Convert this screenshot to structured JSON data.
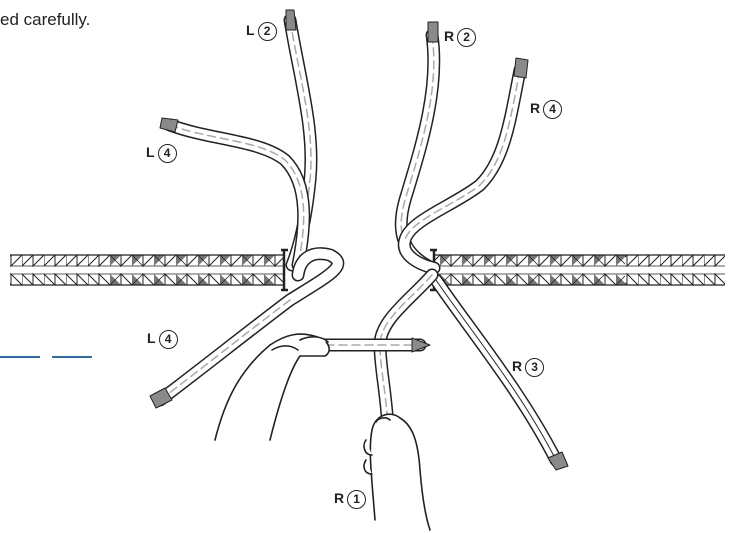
{
  "caption": "ed carefully.",
  "strand_labels": [
    {
      "key": "l2",
      "side": "L",
      "number": "2"
    },
    {
      "key": "r2",
      "side": "R",
      "number": "2"
    },
    {
      "key": "r4",
      "side": "R",
      "number": "4"
    },
    {
      "key": "l4_top",
      "side": "L",
      "number": "4"
    },
    {
      "key": "l4_bottom",
      "side": "L",
      "number": "4"
    },
    {
      "key": "r3",
      "side": "R",
      "number": "3"
    },
    {
      "key": "r1",
      "side": "R",
      "number": "1"
    }
  ],
  "colors": {
    "rope_dark": "#6b6b6b",
    "rope_light": "#ffffff",
    "outline": "#222222",
    "strand_tip": "#8a8a8a",
    "accent_dash": "#2a6db5"
  }
}
